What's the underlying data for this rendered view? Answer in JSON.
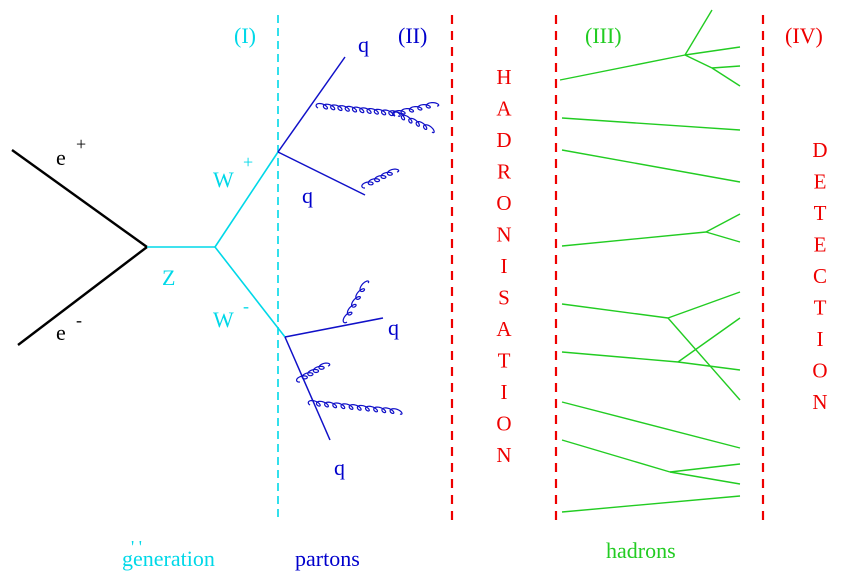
{
  "colors": {
    "electroweak": "#00d8e8",
    "parton": "#1010c8",
    "hadron": "#22cc22",
    "boundary": "#ee0000",
    "lepton": "#000000"
  },
  "stages": {
    "I": "(I)",
    "II": "(II)",
    "III": "(III)",
    "IV": "(IV)"
  },
  "particles": {
    "e_plus": "e",
    "e_plus_sup": "+",
    "e_minus": "e",
    "e_minus_sup": "-",
    "z": "Z",
    "w_plus": "W",
    "w_plus_sup": "+",
    "w_minus": "W",
    "w_minus_sup": "-",
    "quarks": [
      "q",
      "q",
      "q",
      "q"
    ]
  },
  "vertical_words": {
    "hadronisation": [
      "H",
      "A",
      "D",
      "R",
      "O",
      "N",
      "I",
      "S",
      "A",
      "T",
      "I",
      "O",
      "N"
    ],
    "detection": [
      "D",
      "E",
      "T",
      "E",
      "C",
      "T",
      "I",
      "O",
      "N"
    ]
  },
  "bottom_labels": {
    "generation_marks": "' '",
    "generation": "generation",
    "partons": "partons",
    "hadrons": "hadrons"
  }
}
